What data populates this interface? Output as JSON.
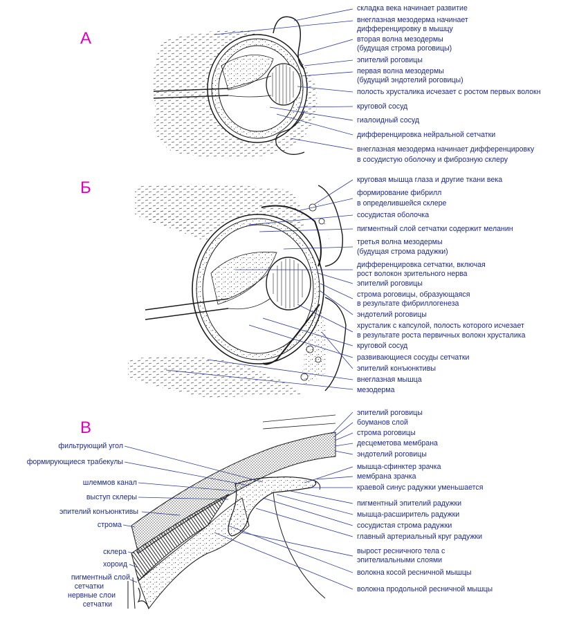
{
  "colors": {
    "label": "#1c2a8c",
    "panel_letter": "#e000b8",
    "ink": "#1a1a1a",
    "leader": "#2a3a9a"
  },
  "panels": [
    {
      "letter": "А"
    },
    {
      "letter": "Б"
    },
    {
      "letter": "В"
    }
  ],
  "labels": [
    "складка века начинает развитие",
    "внеглазная мезодерма начинает",
    "дифференцировку в мышцу",
    "вторая волна мезодермы",
    "(будущая строма роговицы)",
    "эпителий роговицы",
    "первая волна мезодермы",
    "(будущий эндотелий роговицы)",
    "полость хрусталика исчезает с ростом первых волокн",
    "круговой сосуд",
    "гиалоидный сосуд",
    "дифференцировка нейральной сетчатки",
    "внеглазная мезодерма начинает дифференцировку",
    "в сосудистую оболочку и фиброзную склеру",
    "круговая мышца глаза и другие ткани века",
    "формирование фибрилл",
    "в определившейся склере",
    "сосудистая оболочка",
    "пигментный слой сетчатки содержит меланин",
    "третья волна мезодермы",
    "(будущая строма радужки)",
    "дифференцировка сетчатки, включая",
    "рост волокон зрительного нерва",
    "эпителий роговицы",
    "строма роговицы, образующаяся",
    "в результате фибриллогенеза",
    "эндотелий роговицы",
    "хрусталик с капсулой, полость которого исчезает",
    "в результате роста первичных волокн хрусталика",
    "круговой сосуд",
    "развивающиеся сосуды сетчатки",
    "эпителий конъюнктивы",
    "внеглазная мышца",
    "мезодерма",
    "эпителий роговицы",
    "боуманов слой",
    "строма роговицы",
    "десцеметова мембрана",
    "эндотелий роговицы",
    "мышца-сфинктер зрачка",
    "мембрана зрачка",
    "краевой синус радужки уменьшается",
    "пигментный эпителий радужки",
    "мышца-расширитель радужки",
    "сосудистая строма радужки",
    "главный артериальный круг радужки",
    "вырост ресничного тела с",
    "эпителиальными слоями",
    "волокна косой ресничной мышцы",
    "волокна продольной ресничной мышцы",
    "фильтрующий угол",
    "формирующиеся трабекулы",
    "шлеммов канал",
    "выступ склеры",
    "эпителий конъюнктивы",
    "строма",
    "склера",
    "хороид",
    "пигментный слой",
    "сетчатки",
    "нервные слои",
    "сетчатки"
  ]
}
